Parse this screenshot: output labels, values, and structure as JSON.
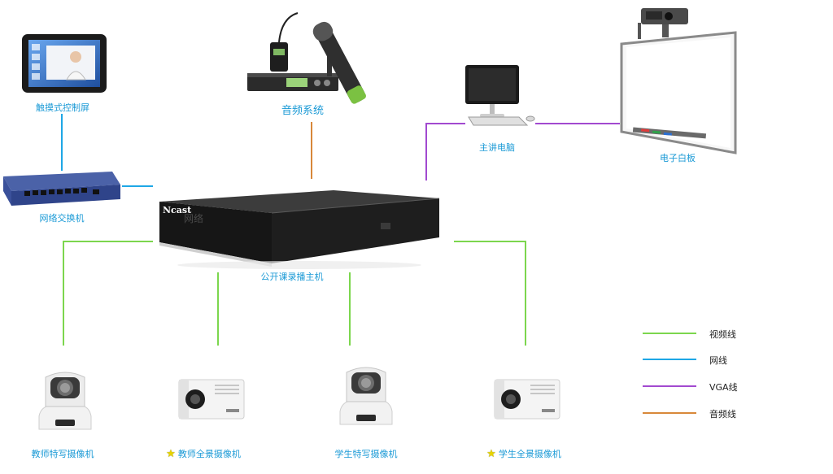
{
  "colors": {
    "video": "#7cd64e",
    "network": "#1ea7e6",
    "vga": "#a24ad0",
    "audio": "#d8883a",
    "label": "#1b9ad6"
  },
  "devices": {
    "touch_screen": "触摸式控制屏",
    "audio_system": "音频系统",
    "lecturer_pc": "主讲电脑",
    "whiteboard": "电子白板",
    "switch": "网络交换机",
    "host": "公开课录播主机",
    "teacher_closeup": "教师特写摄像机",
    "teacher_panorama": "教师全景摄像机",
    "student_closeup": "学生特写摄像机",
    "student_panorama": "学生全景摄像机"
  },
  "host_brand": "Ncast",
  "host_watermark": "网络",
  "legend": [
    {
      "label": "视频线",
      "color": "#7cd64e"
    },
    {
      "label": "网线",
      "color": "#1ea7e6"
    },
    {
      "label": "VGA线",
      "color": "#a24ad0"
    },
    {
      "label": "音频线",
      "color": "#d8883a"
    }
  ]
}
